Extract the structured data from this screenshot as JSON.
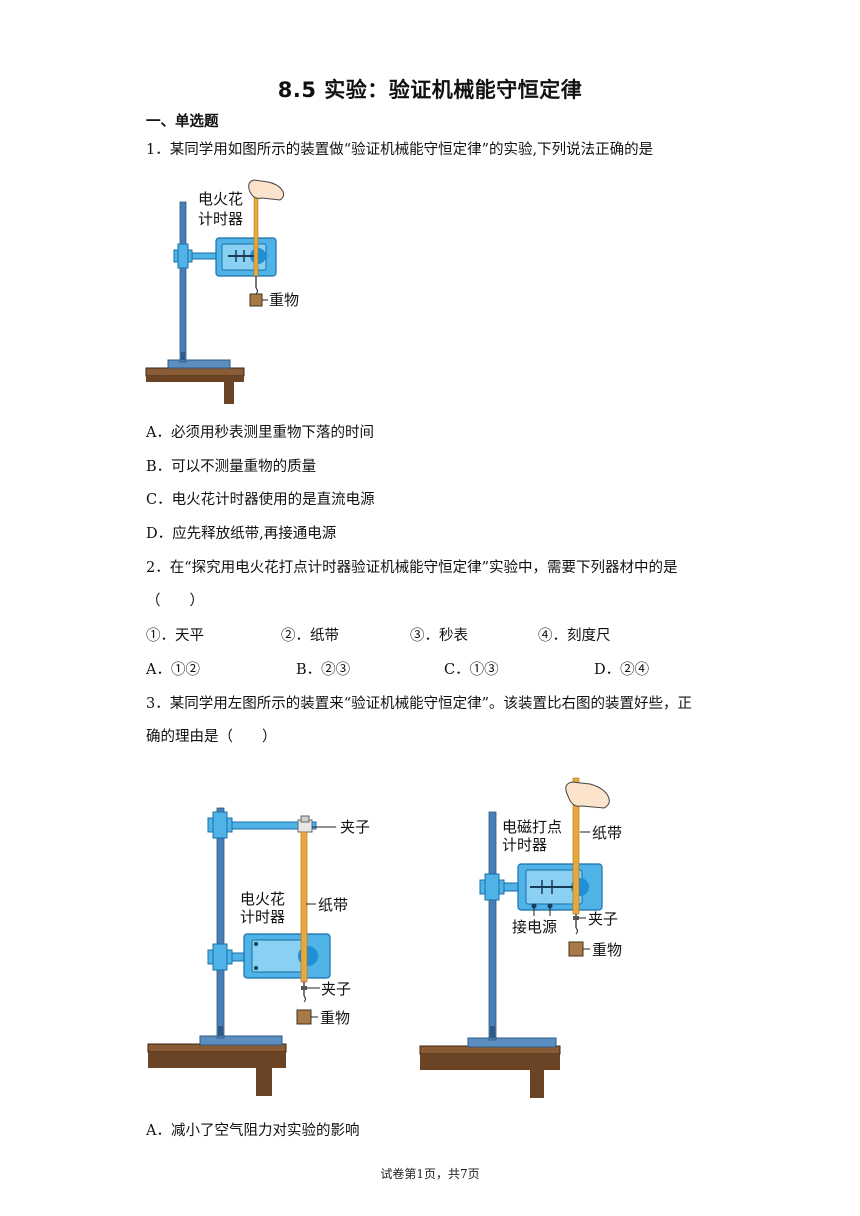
{
  "title": "8.5 实验：验证机械能守恒定律",
  "section": "一、单选题",
  "q1": {
    "stem": "1．某同学用如图所示的装置做“验证机械能守恒定律”的实验,下列说法正确的是",
    "fig_labels": {
      "timer": [
        "电火花",
        "计时器"
      ],
      "weight": "重物"
    },
    "options": [
      "A．必须用秒表测里重物下落的时间",
      "B．可以不测量重物的质量",
      "C．电火花计时器使用的是直流电源",
      "D．应先释放纸带,再接通电源"
    ]
  },
  "q2": {
    "stem_line1": "2．在“探究用电火花打点计时器验证机械能守恒定律”实验中，需要下列器材中的是",
    "stem_line2": "（　　）",
    "items": [
      "①．天平",
      "②．纸带",
      "③．秒表",
      "④．刻度尺"
    ],
    "options": [
      "A．①②",
      "B．②③",
      "C．①③",
      "D．②④"
    ]
  },
  "q3": {
    "stem_line1": "3．某同学用左图所示的装置来“验证机械能守恒定律”。该装置比右图的装置好些，正",
    "stem_line2": "确的理由是（　　）",
    "left_fig": {
      "clip_top": "夹子",
      "timer": [
        "电火花",
        "计时器"
      ],
      "tape": "纸带",
      "clip_bottom": "夹子",
      "weight": "重物"
    },
    "right_fig": {
      "timer": [
        "电磁打点",
        "计时器"
      ],
      "tape": "纸带",
      "power": "接电源",
      "clip": "夹子",
      "weight": "重物"
    },
    "options": [
      "A．减小了空气阻力对实验的影响"
    ]
  },
  "footer": "试卷第1页，共7页",
  "colors": {
    "stand": "#4a7fb5",
    "timer": "#4fb3e8",
    "tape": "#e8a93c",
    "table": "#7a5030",
    "weight": "#a87a4a"
  }
}
